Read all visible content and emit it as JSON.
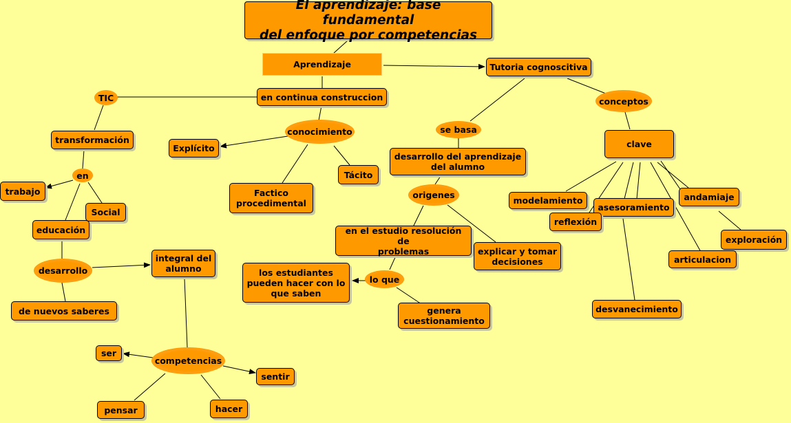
{
  "colors": {
    "background": "#ffff99",
    "node": "#ff9900",
    "line": "#000000"
  },
  "title": "El aprendizaje: base fundamental\ndel enfoque por competencias",
  "nodes": {
    "aprendizaje": "Aprendizaje",
    "tutoria": "Tutoria cognoscitiva",
    "continua": "en continua construccion",
    "tic": "TIC",
    "conceptos": "conceptos",
    "conocimiento": "conocimiento",
    "se_basa": "se basa",
    "transformacion": "transformación",
    "explicito": "Explícito",
    "clave": "clave",
    "desarrollo_aprendizaje": "desarrollo del aprendizaje\ndel  alumno",
    "en": "en",
    "tacito": "Tácito",
    "trabajo": "trabajo",
    "factico": "Factico\nprocedimental",
    "origenes": "origenes",
    "andamiaje": "andamiaje",
    "modelamiento": "modelamiento",
    "social": "Social",
    "asesoramiento": "asesoramiento",
    "reflexion": "reflexión",
    "educacion": "educación",
    "estudio": "en el estudio resolución de\nproblemas",
    "exploracion": "exploración",
    "explicar": "explicar y tomar\ndecisiones",
    "integral": "integral del\nalumno",
    "desarrollo": "desarrollo",
    "articulacion": "articulacion",
    "estudiantes": "los estudiantes\npueden hacer  con lo\nque saben",
    "lo_que": "lo que",
    "desvanecimiento": "desvanecimiento",
    "saberes": "de  nuevos saberes",
    "genera": "genera\ncuestionamiento",
    "ser": "ser",
    "competencias": "competencias",
    "sentir": "sentir",
    "pensar": "pensar",
    "hacer": "hacer"
  }
}
